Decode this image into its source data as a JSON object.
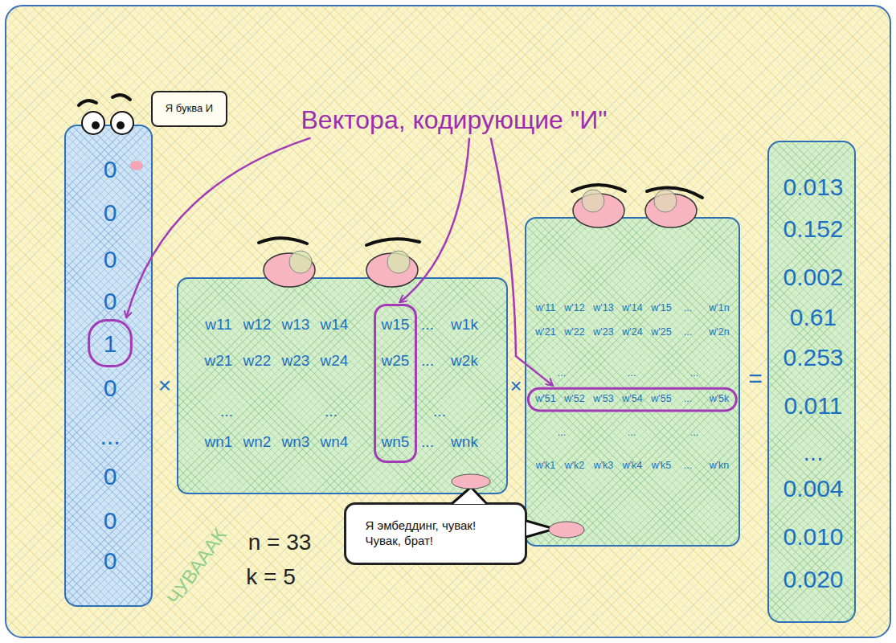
{
  "diagram": {
    "title": "Вектора, кодирующие \"И\"",
    "nodes": [
      {
        "text": [
          "0",
          "0",
          "0",
          "0",
          "1",
          "0",
          "...",
          "0",
          "0",
          "0"
        ]
      },
      {
        "text": [
          "Я буква И"
        ]
      },
      {
        "text": [
          "w11",
          "w12",
          "w13",
          "w14",
          "w15",
          "...",
          "w1k",
          "w21",
          "w22",
          "w23",
          "w24",
          "w25",
          "...",
          "w2k",
          "...",
          "...",
          "...",
          "wn1",
          "wn2",
          "wn3",
          "wn4",
          "wn5",
          "...",
          "wnk"
        ]
      },
      {
        "text": [
          "w'11",
          "w'12",
          "w'13",
          "w'14",
          "w'15",
          "...",
          "w'1n",
          "w'21",
          "w'22",
          "w'23",
          "w'24",
          "w'25",
          "...",
          "w'2n",
          "...",
          "...",
          "...",
          "w'51",
          "w'52",
          "w'53",
          "w'54",
          "w'55",
          "...",
          "w'5k",
          "...",
          "...",
          "...",
          "w'k1",
          "w'k2",
          "w'k3",
          "w'k4",
          "w'k5",
          "...",
          "w'kn"
        ]
      },
      {
        "text": [
          "0.013",
          "0.152",
          "0.002",
          "0.61",
          "0.253",
          "0.011",
          "...",
          "0.004",
          "0.010",
          "0.020"
        ]
      },
      {
        "text": [
          "Я эмбеддинг, чувак! Чувак, брат!"
        ]
      }
    ],
    "labels": [
      "×",
      "×",
      "=",
      "n = 33",
      "k = 5",
      "ЧУВАААК"
    ]
  }
}
